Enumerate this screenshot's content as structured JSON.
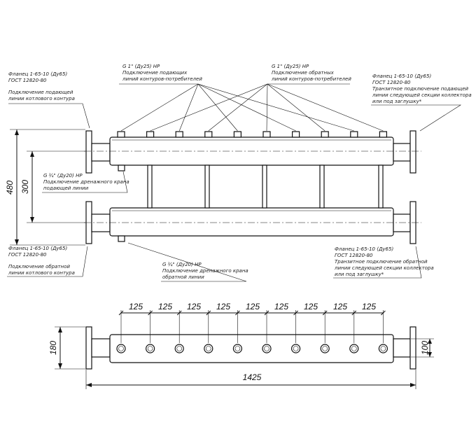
{
  "labels": {
    "supply_conn": [
      "G 1\" (Ду25) НР",
      "Подключение подающих",
      "линий контуров-потребителей"
    ],
    "return_conn": [
      "G 1\" (Ду25) НР",
      "Подключение обратных",
      "линий контуров-потребителей"
    ],
    "flange_tl": [
      "Фланец 1-65-10 (Ду65)",
      "ГОСТ 12820-80",
      "Подключение подающей",
      "линии котлового контура"
    ],
    "flange_tr": [
      "Фланец 1-65-10 (Ду65)",
      "ГОСТ 12820-80",
      "Транзитное подключение подающей",
      "линии следующей секции коллектора",
      "или под заглушку*"
    ],
    "drain_top": [
      "G ¾\" (Ду20) НР",
      "Подключение дренажного крана",
      "подающей линии"
    ],
    "drain_bot": [
      "G ¾\" (Ду20) НР",
      "Подключение дренажного крана",
      "обратной линии"
    ],
    "flange_bl": [
      "Фланец 1-65-10 (Ду65)",
      "ГОСТ 12820-80",
      "Подключение обратной",
      "линии котлового контура"
    ],
    "flange_br": [
      "Фланец 1-65-10 (Ду65)",
      "ГОСТ 12820-80",
      "Транзитное подключение обратной",
      "линии следующей секции коллектора",
      "или под заглушку*"
    ]
  },
  "dimensions": {
    "height_total": "480",
    "height_axes": "300",
    "pitch": [
      "125",
      "125",
      "125",
      "125",
      "125",
      "125",
      "125",
      "125",
      "125"
    ],
    "height_plan": "180",
    "height_end": "100",
    "length_total": "1425"
  },
  "colors": {
    "line": "#111111",
    "paper": "#ffffff"
  }
}
